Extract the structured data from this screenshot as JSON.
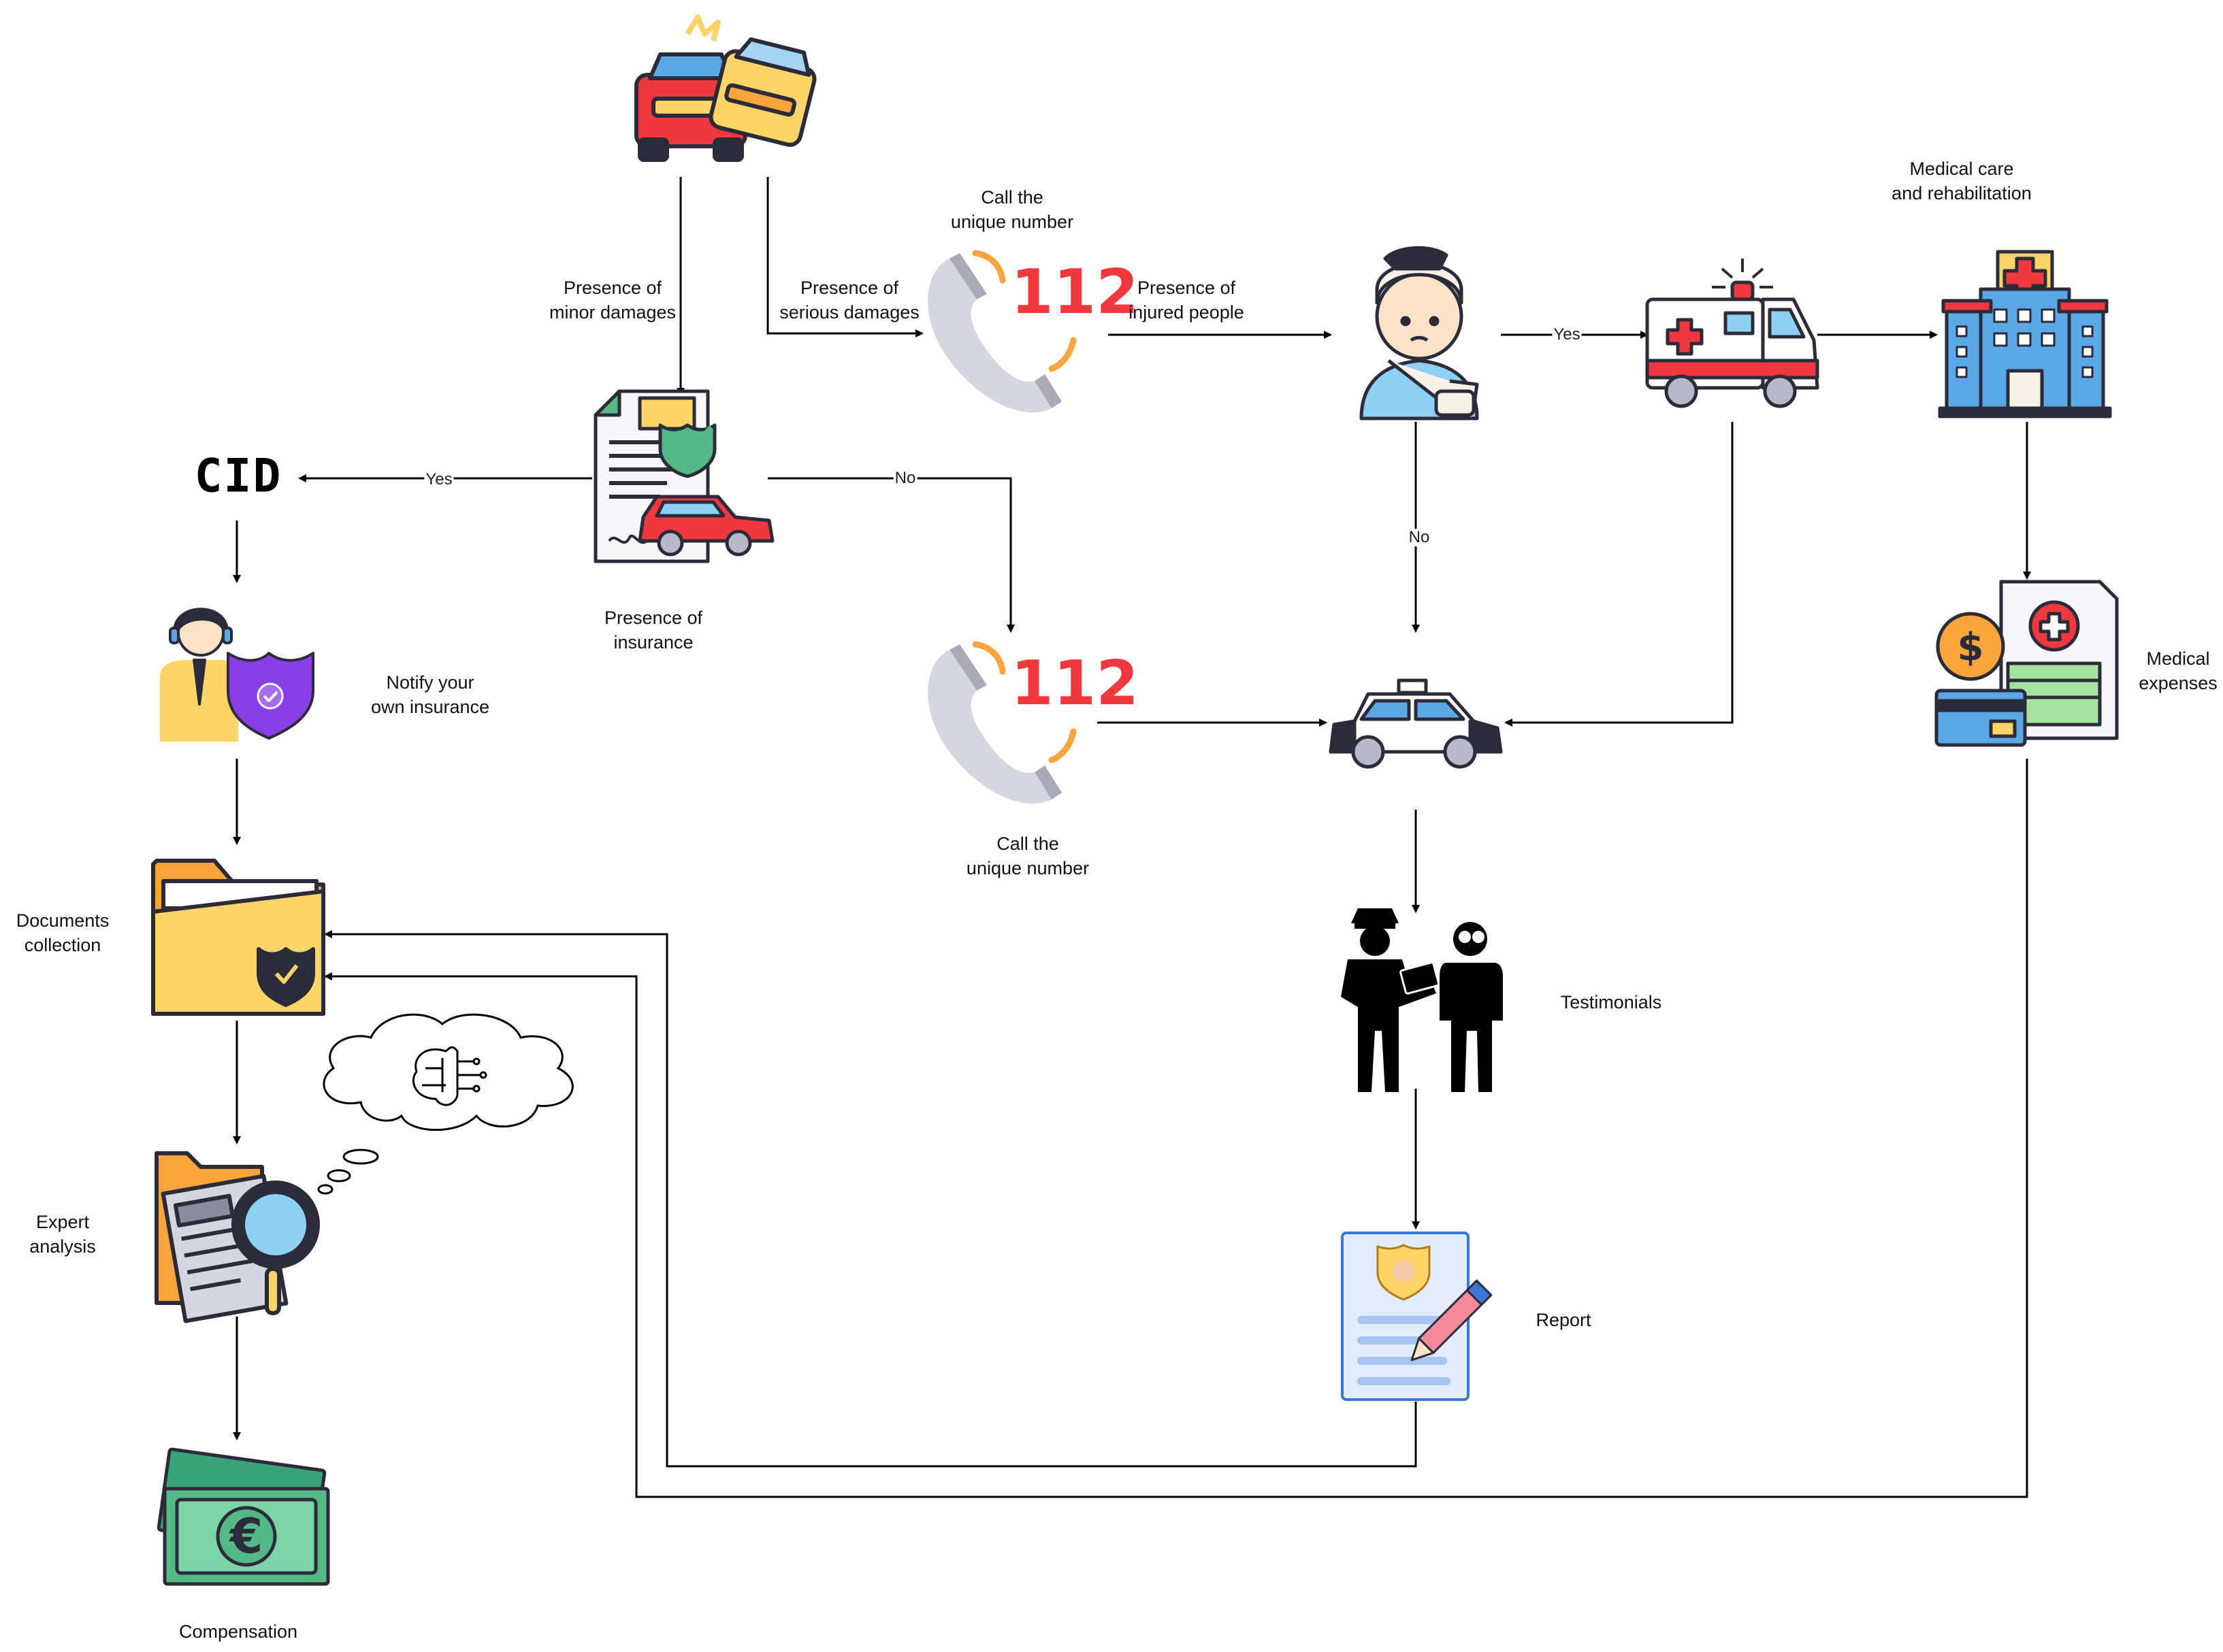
{
  "nodes": {
    "accident": {
      "icon": "car-crash-icon"
    },
    "call_top": {
      "label": "Call the\nunique number",
      "icon": "phone-112-icon",
      "number": "112"
    },
    "injured": {
      "label": "Presence of\ninjured people"
    },
    "injured_person": {
      "icon": "injured-person-icon"
    },
    "ambulance": {
      "icon": "ambulance-icon"
    },
    "hospital": {
      "label": "Medical care\nand rehabilitation",
      "icon": "hospital-icon"
    },
    "insurance_doc": {
      "label": "Presence of\ninsurance",
      "icon": "insurance-document-icon"
    },
    "cid": {
      "label": "CID"
    },
    "notify": {
      "label": "Notify your\nown insurance",
      "icon": "insurance-agent-icon"
    },
    "call_mid": {
      "label": "Call the\nunique number",
      "icon": "phone-112-icon",
      "number": "112"
    },
    "police_car": {
      "icon": "police-car-icon"
    },
    "medical_expenses": {
      "label": "Medical\nexpenses",
      "icon": "medical-bill-icon"
    },
    "documents": {
      "label": "Documents\ncollection",
      "icon": "folder-shield-icon"
    },
    "testimonials": {
      "label": "Testimonials",
      "icon": "police-witness-icon"
    },
    "expert": {
      "label": "Expert\nanalysis",
      "icon": "magnifier-document-icon"
    },
    "thought": {
      "icon": "brain-thought-icon"
    },
    "report": {
      "label": "Report",
      "icon": "police-report-icon"
    },
    "compensation": {
      "label": "Compensation",
      "icon": "euro-banknotes-icon"
    }
  },
  "edges": {
    "minor": "Presence of\nminor damages",
    "serious": "Presence of\nserious damages",
    "cid_yes": "Yes",
    "insurance_no": "No",
    "ambulance_yes": "Yes",
    "injured_no": "No"
  },
  "colors": {
    "line": "#000000",
    "outline": "#2b2b3a",
    "red": "#f0393e",
    "orange": "#fca53c",
    "blue": "#5aa9e6",
    "yellow": "#fcd468",
    "purple": "#8a3ee8",
    "green": "#55b887"
  }
}
